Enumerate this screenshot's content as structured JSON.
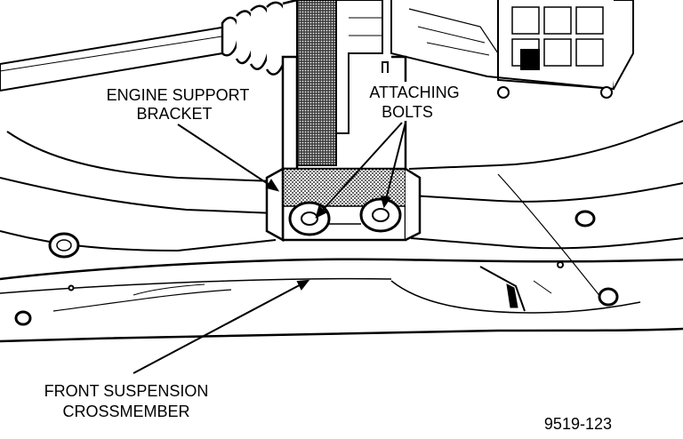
{
  "labels": {
    "engine_support_line1": "ENGINE SUPPORT",
    "engine_support_line2": "BRACKET",
    "attaching_line1": "ATTACHING",
    "attaching_line2": "BOLTS",
    "crossmember_line1": "FRONT SUSPENSION",
    "crossmember_line2": "CROSSMEMBER"
  },
  "figure_number": "9519-123",
  "colors": {
    "ink": "#000000",
    "paper": "#ffffff",
    "stipple": "#8a8a8a"
  }
}
